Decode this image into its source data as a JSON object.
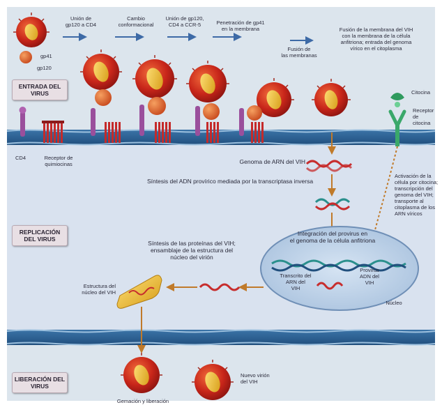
{
  "stages": {
    "entry": "ENTRADA DEL\nVIRUS",
    "replication": "REPLICACIÓN\nDEL VIRUS",
    "release": "LIBERACIÓN\nDEL VIRUS"
  },
  "steps": {
    "step1": "Unión de\ngp120 a CD4",
    "step2": "Cambio\nconformacional",
    "step3": "Unión de gp120,\nCD4 a CCR-5",
    "step4": "Penetración de gp41\nen la membrana",
    "step5": "Fusión de\nlas membranas",
    "step6": "Fusión de la membrana del VIH\ncon la membrana de la célula\nanfitriona; entrada del genoma\nvírico en el citoplasma"
  },
  "labels": {
    "gp41": "gp41",
    "gp120": "gp120",
    "cd4": "CD4",
    "chemokine_receptor": "Receptor de\nquimiocinas",
    "cytokine": "Citocina",
    "cytokine_receptor": "Receptor de\ncitocina",
    "hiv_rna": "Genoma de ARN del VIH",
    "proviral_dna": "Síntesis del ADN provírico mediada por la transcriptasa inversa",
    "activation": "Activación de la\ncélula por citocina;\ntranscripción del\ngenoma del VIH;\ntransporte al\ncitoplasma de los\nARN víricos",
    "integration": "Integración del provirus en\nel genoma de la célula anfitriona",
    "provirus": "Provirus\nADN del\nVIH",
    "transcript": "Transcrito del\nARN del\nVIH",
    "nucleus": "Núcleo",
    "protein_synthesis": "Síntesis de las proteínas del VIH;\nensamblaje de la estructura del\nnúcleo del virión",
    "core_structure": "Estructura del\nnúcleo del VIH",
    "new_virion": "Nuevo virión\ndel VIH",
    "budding": "Gemación y liberación"
  }
}
